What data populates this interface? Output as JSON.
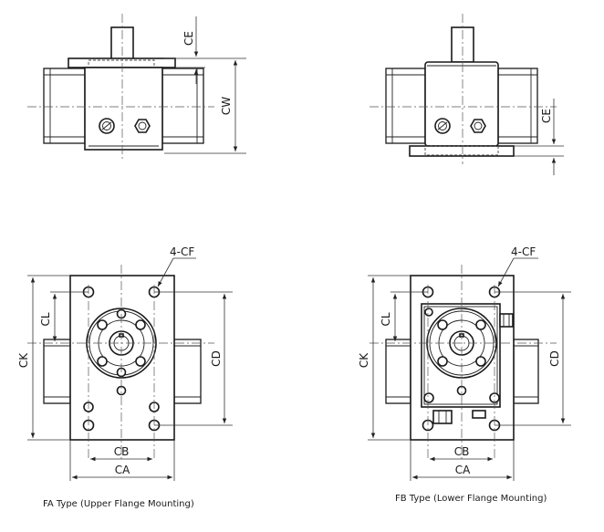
{
  "labels": {
    "ce": "CE",
    "cw": "CW",
    "cf": "4-CF",
    "cl": "CL",
    "ck": "CK",
    "cd": "CD",
    "cb": "CB",
    "ca": "CA"
  },
  "captions": {
    "fa": "FA Type (Upper Flange Mounting)",
    "fb": "FB Type (Lower Flange Mounting)"
  }
}
